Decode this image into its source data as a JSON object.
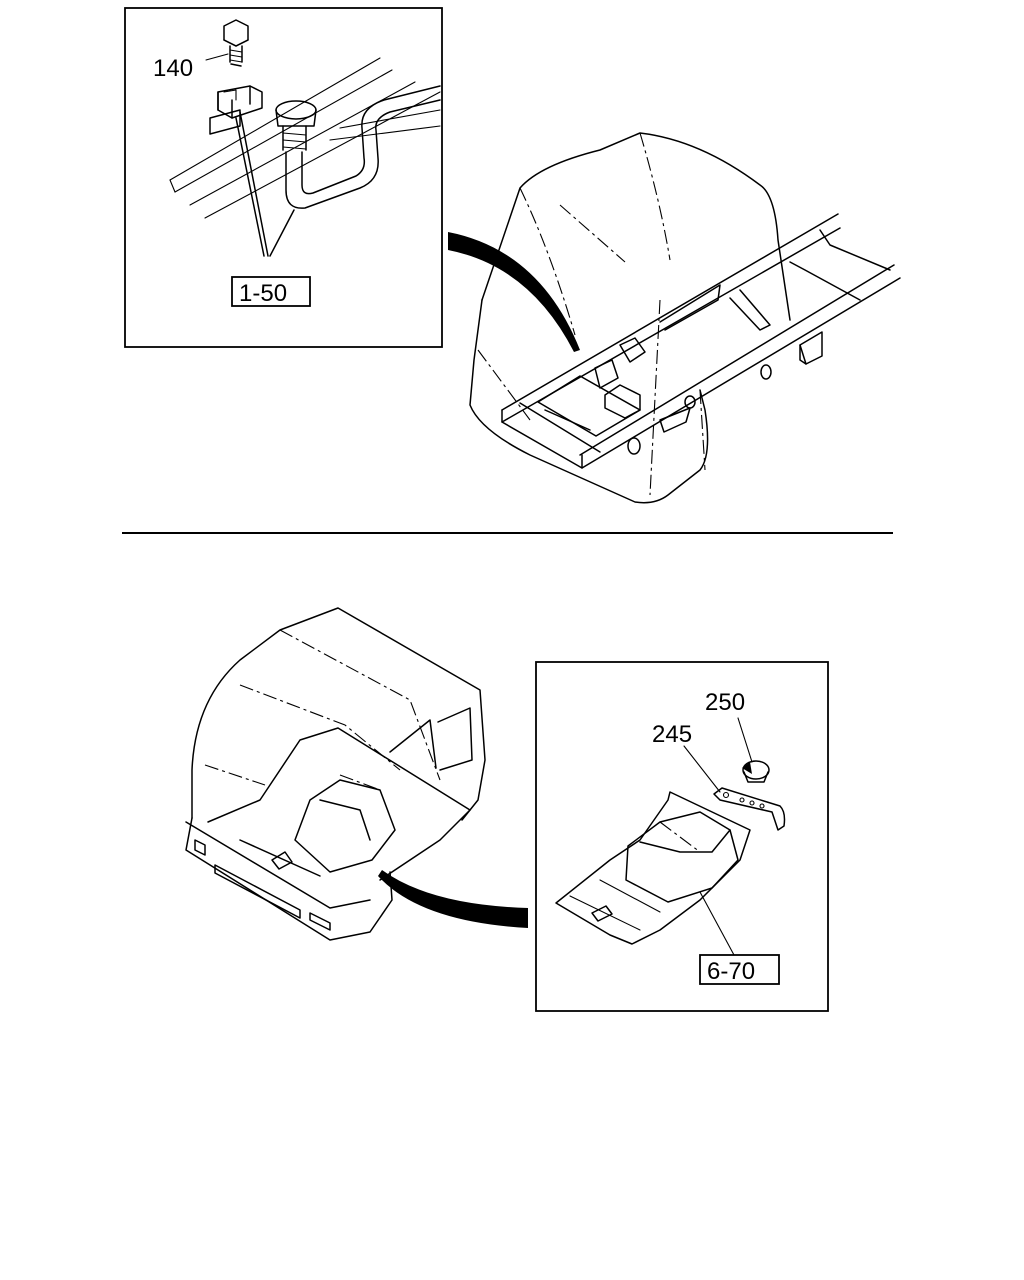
{
  "callouts": {
    "bolt_140": "140",
    "ref_1_50": "1-50",
    "clip_250": "250",
    "bracket_245": "245",
    "ref_6_70": "6-70"
  }
}
